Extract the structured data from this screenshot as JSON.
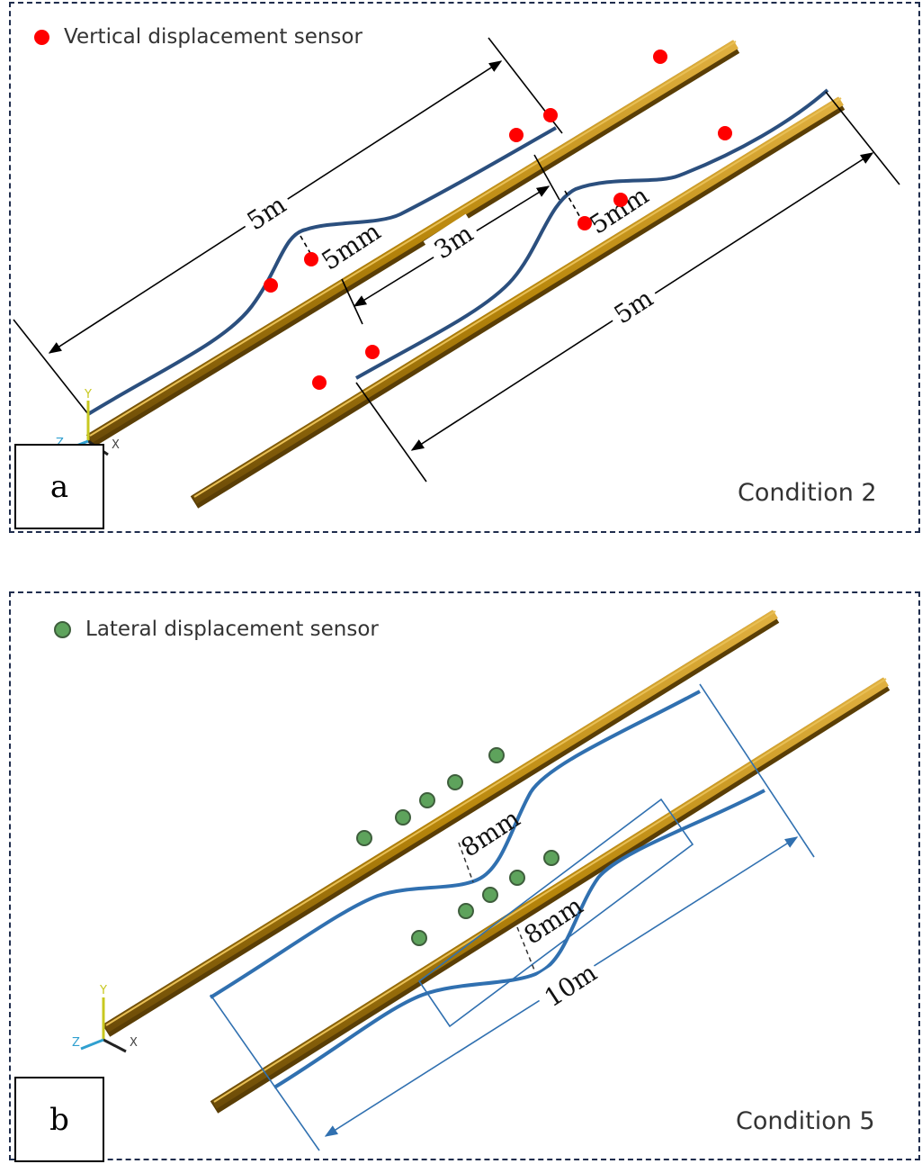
{
  "panel_a": {
    "legend": "Vertical displacement sensor",
    "label": "a",
    "condition": "Condition 2",
    "dims": {
      "span_top": "5m",
      "span_bottom": "5m",
      "mid": "3m",
      "amp1": "5mm",
      "amp2": "5mm"
    }
  },
  "panel_b": {
    "legend": "Lateral displacement sensor",
    "label": "b",
    "condition": "Condition 5",
    "dims": {
      "span": "10m",
      "amp1": "8mm",
      "amp2": "8mm"
    }
  },
  "axes": {
    "y": "Y",
    "z": "Z",
    "x": "X"
  },
  "colors": {
    "rail": "#b8860b",
    "curve": "#2b4f7e",
    "curve_b": "#3070b0",
    "sensor_a": "#ff0000",
    "sensor_b": "#5ea35c"
  }
}
